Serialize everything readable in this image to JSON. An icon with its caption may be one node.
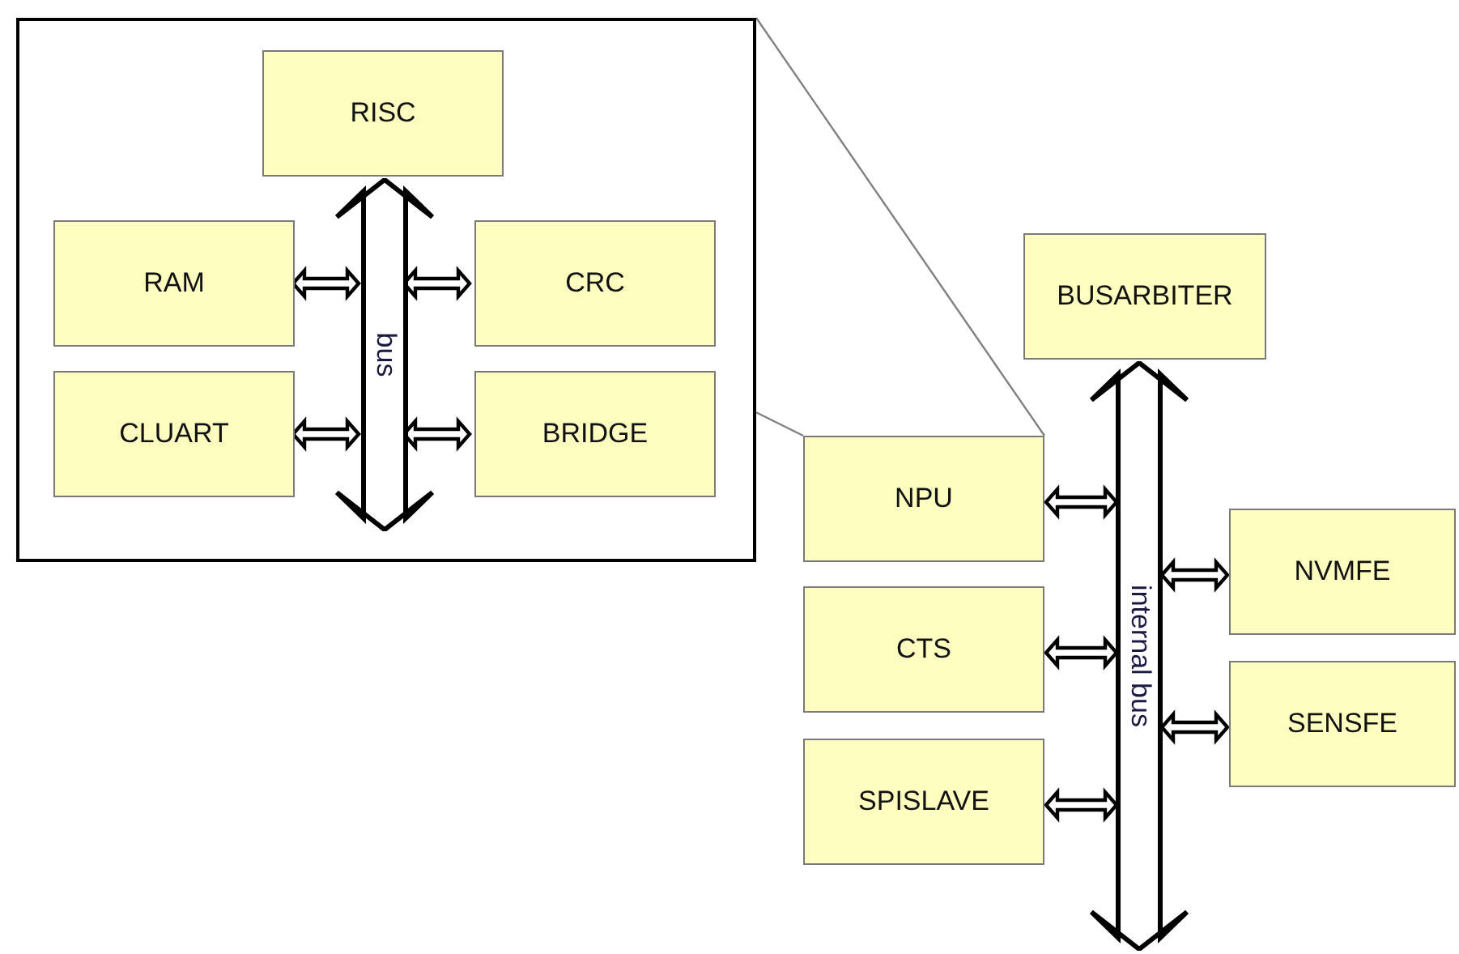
{
  "diagram": {
    "nodes": [
      {
        "text": [],
        "shape": "box"
      },
      {
        "text": [
          "RISC"
        ],
        "in": 0
      },
      {
        "text": [
          "RAM"
        ],
        "in": 0
      },
      {
        "text": [
          "bus"
        ],
        "in": 0
      },
      {
        "text": [
          "CRC"
        ],
        "in": 0
      },
      {
        "text": [
          "CLUART"
        ],
        "in": 0
      },
      {
        "text": [
          "BRIDGE"
        ],
        "in": 0
      },
      {
        "text": [
          "BUSARBITER"
        ]
      },
      {
        "text": [
          "NPU"
        ]
      },
      {
        "text": [
          "internal bus"
        ]
      },
      {
        "text": [
          "NVMFE"
        ]
      },
      {
        "text": [
          "CTS"
        ]
      },
      {
        "text": [
          "SENSFE"
        ]
      },
      {
        "text": [
          "SPISLAVE"
        ]
      }
    ],
    "edges": [
      {
        "from": 0,
        "to": 8,
        "arrow": "none",
        "color": "#808080"
      },
      {
        "from": 0,
        "to": 8,
        "arrow": "none",
        "color": "#808080"
      },
      {
        "from": 2,
        "to": 3,
        "arrow": "both"
      },
      {
        "from": 4,
        "to": 3,
        "arrow": "both"
      },
      {
        "from": 5,
        "to": 3,
        "arrow": "both"
      },
      {
        "from": 6,
        "to": 3,
        "arrow": "both"
      },
      {
        "from": 8,
        "to": 9,
        "arrow": "both"
      },
      {
        "from": 11,
        "to": 9,
        "arrow": "both"
      },
      {
        "from": 13,
        "to": 9,
        "arrow": "both"
      },
      {
        "from": 10,
        "to": 9,
        "arrow": "both"
      },
      {
        "from": 12,
        "to": 9,
        "arrow": "both"
      }
    ]
  }
}
